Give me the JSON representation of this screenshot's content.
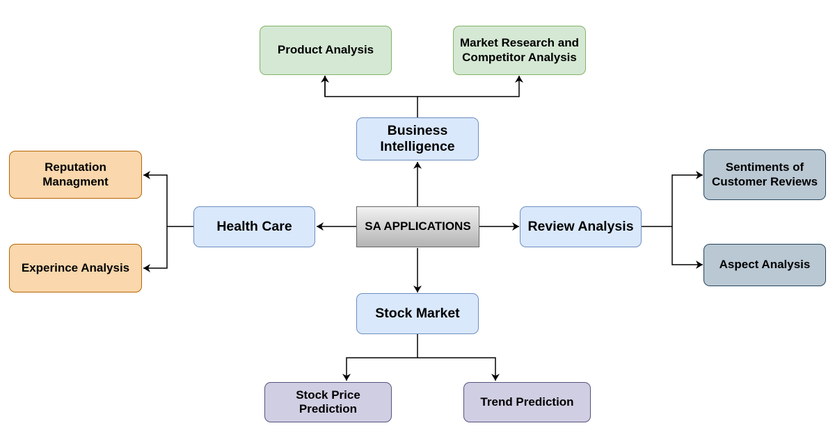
{
  "diagram": {
    "center": "SA APPLICATIONS",
    "business_intelligence": "Business\nIntelligence",
    "health_care": "Health Care",
    "review_analysis": "Review Analysis",
    "stock_market": "Stock Market",
    "product_analysis": "Product Analysis",
    "market_research": "Market Research and\nCompetitor Analysis",
    "reputation_management": "Reputation\nManagment",
    "experience_analysis": "Experince Analysis",
    "customer_sentiments": "Sentiments of\nCustomer Reviews",
    "aspect_analysis": "Aspect Analysis",
    "stock_price_prediction": "Stock Price\nPrediction",
    "trend_prediction": "Trend Prediction"
  },
  "colors": {
    "green": "#d5e8d4",
    "blue": "#dae8fc",
    "orange": "#fad7ac",
    "slate": "#bac8d3",
    "purple": "#d0cee2",
    "center_gradient": [
      "#f2f2f2",
      "#b3b3b3"
    ]
  }
}
